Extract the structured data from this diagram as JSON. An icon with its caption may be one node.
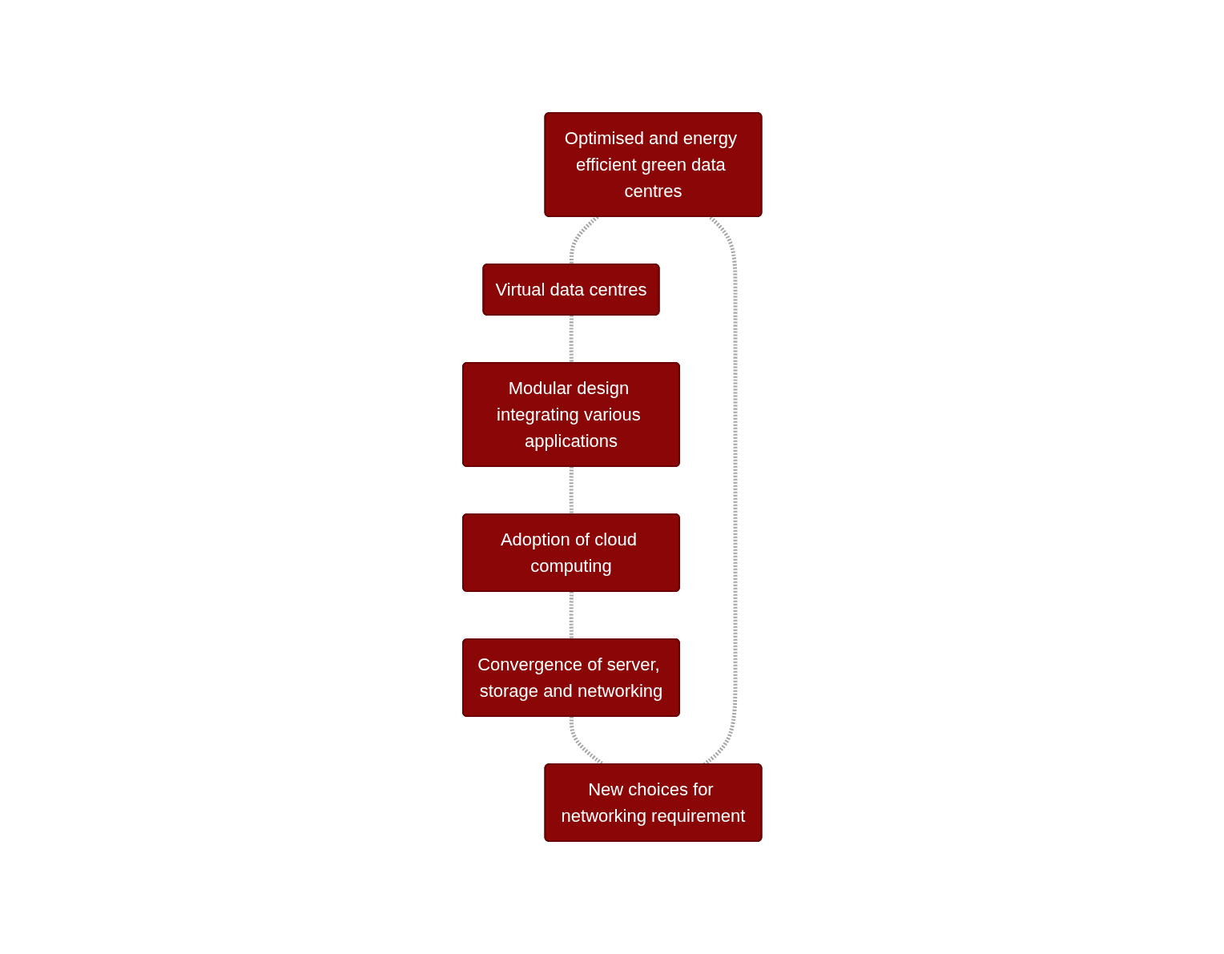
{
  "diagram": {
    "nodes": [
      {
        "text": [
          "Optimised and energy efficient green data centres"
        ]
      },
      {
        "text": [
          "New choices for networking requirement"
        ]
      },
      {
        "text": [
          "Virtual data centres"
        ]
      },
      {
        "text": [
          "Convergence of server, storage and networking"
        ]
      },
      {
        "text": [
          "Modular design integrating various applications"
        ]
      },
      {
        "text": [
          "Adoption of cloud computing"
        ]
      }
    ],
    "edges": [
      {
        "from": 0,
        "to": 2,
        "arrow": "none",
        "style": "dashed"
      },
      {
        "from": 2,
        "to": 4,
        "arrow": "none",
        "style": "dashed"
      },
      {
        "from": 4,
        "to": 5,
        "arrow": "none",
        "style": "dashed"
      },
      {
        "from": 5,
        "to": 3,
        "arrow": "none",
        "style": "dashed"
      },
      {
        "from": 3,
        "to": 1,
        "arrow": "none",
        "style": "dashed"
      },
      {
        "from": 1,
        "to": 0,
        "arrow": "none",
        "style": "dashed"
      }
    ]
  }
}
